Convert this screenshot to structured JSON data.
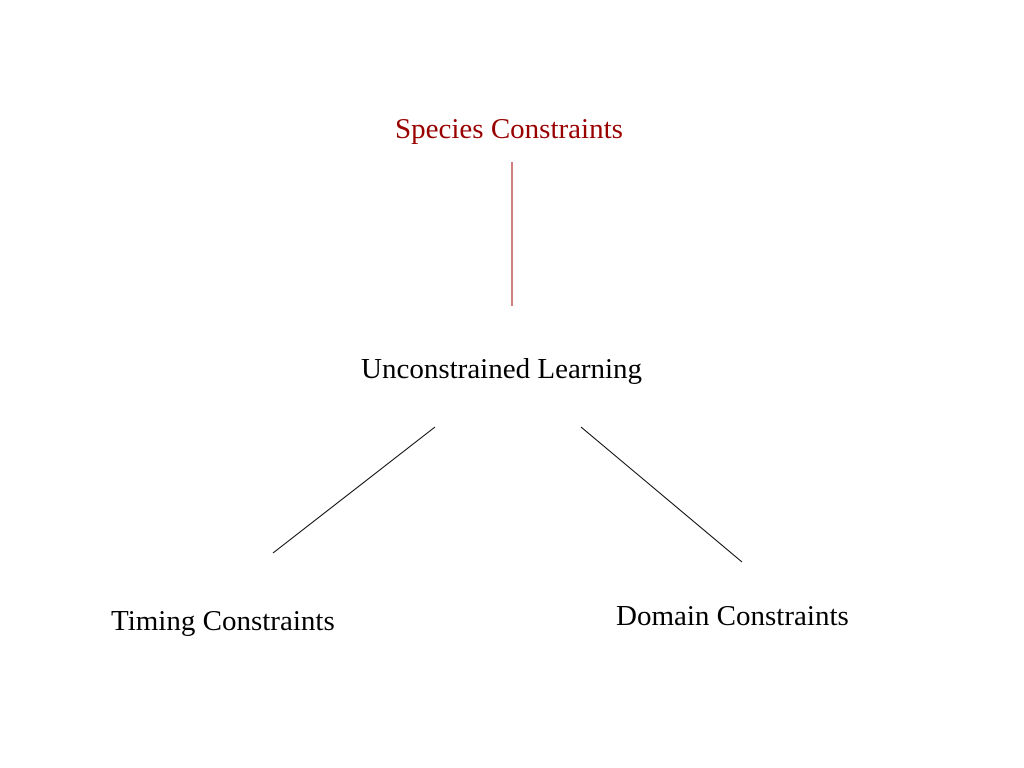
{
  "colors": {
    "background": "#ffffff",
    "root_accent": "#990000",
    "text": "#000000",
    "edge": "#000000"
  },
  "nodes": {
    "species": {
      "label": "Species Constraints"
    },
    "unconstrained": {
      "label": "Unconstrained Learning"
    },
    "timing": {
      "label": "Timing Constraints"
    },
    "domain": {
      "label": "Domain Constraints"
    }
  },
  "edges": [
    {
      "from": "species",
      "to": "unconstrained",
      "color_key": "root_accent"
    },
    {
      "from": "unconstrained",
      "to": "timing",
      "color_key": "edge"
    },
    {
      "from": "unconstrained",
      "to": "domain",
      "color_key": "edge"
    }
  ]
}
